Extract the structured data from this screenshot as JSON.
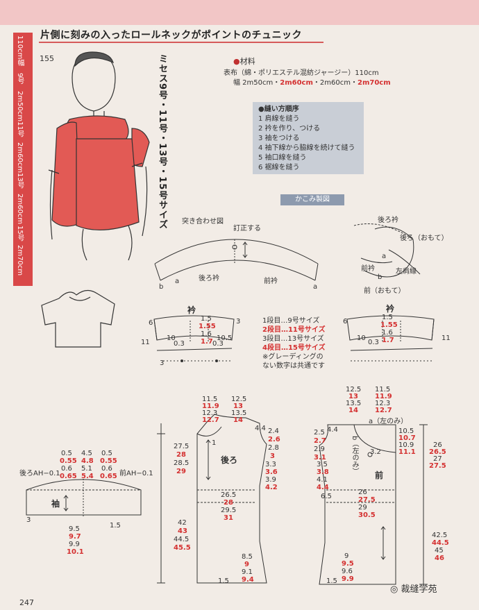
{
  "header": {
    "title": "片側に刻みの入ったロールネックがポイントのチュニック",
    "number": "155",
    "page_number": "247"
  },
  "sidebar": {
    "columns": [
      "110cm幅",
      "9号",
      "2m50cm",
      "11号",
      "2m60cm",
      "13号",
      "2m60cm",
      "15号",
      "2m70cm"
    ]
  },
  "sizes_vertical": "ミセス9号・11号・13号・15号サイズ",
  "materials": {
    "heading": "材料",
    "line1": "表布（綿・ポリエステル混紡ジャージー）110cm",
    "line2_prefix": "幅 2m50cm・",
    "line2_red1": "2m60cm",
    "line2_mid": "・2m60cm・",
    "line2_red2": "2m70cm"
  },
  "sewing_order": {
    "heading": "縫い方順序",
    "steps": [
      "1 肩線を縫う",
      "2 衿を作り、つける",
      "3 袖をつける",
      "4 袖下線から脇線を続けて縫う",
      "5 袖口線を縫う",
      "6 裾線を縫う"
    ]
  },
  "cutting_label": "かこみ製図",
  "collar_diagram": {
    "title": "突き合わせ図",
    "stitch": "訂正する",
    "back_collar": "後ろ衿",
    "front_collar": "前衿",
    "a": "a",
    "b": "b"
  },
  "neck_diagram": {
    "back_collar": "後ろ衿",
    "back_right": "後ろ（おもて）",
    "front_collar": "前衿",
    "left_shoulder": "左肩線",
    "front_right": "前（おもて）",
    "a": "a",
    "b": "b"
  },
  "grading": {
    "l1": "1段目…9号サイズ",
    "l2": "2段目…11号サイズ",
    "l3": "3段目…13号サイズ",
    "l4": "4段目…15号サイズ",
    "l5": "※グレーディングの",
    "l6": "ない数字は共通です"
  },
  "collar_left": {
    "title": "衿",
    "v1": "1.5",
    "v2": "1.55",
    "v3": "1.6",
    "v4": "1.7",
    "v5": "10",
    "v6": "0.3",
    "v7": "10.5",
    "v8": "0.3",
    "v9": "3",
    "v10": "6",
    "v11": "11",
    "v12": "3"
  },
  "collar_right": {
    "title": "衿",
    "v1": "1.5",
    "v2": "1.55",
    "v3": "1.6",
    "v4": "1.7",
    "v5": "10",
    "v6": "0.3",
    "v7": "11",
    "v8": "6"
  },
  "sleeve": {
    "label": "袖",
    "back_ah": "後ろAH−0.1",
    "front_ah": "前AH−0.1",
    "t1": [
      "0.5",
      "0.55",
      "0.6",
      "0.65"
    ],
    "t2": [
      "4.5",
      "4.8",
      "5.1",
      "5.4"
    ],
    "t3": [
      "0.5",
      "0.55",
      "0.6",
      "0.65"
    ],
    "b1": [
      "9.5",
      "9.7",
      "9.9",
      "10.1"
    ],
    "side": "3",
    "mid": "1.5"
  },
  "back": {
    "label": "後ろ",
    "top1": [
      "11.5",
      "11.9",
      "12.3",
      "12.7"
    ],
    "top2": [
      "12.5",
      "13",
      "13.5",
      "14"
    ],
    "left1": [
      "27.5",
      "28",
      "28.5",
      "29"
    ],
    "sh": [
      "2.4",
      "2.6",
      "2.8",
      "3"
    ],
    "arm": [
      "3.3",
      "3.6",
      "3.9",
      "4.2"
    ],
    "waist": [
      "26.5",
      "28",
      "29.5",
      "31"
    ],
    "left2": [
      "42",
      "43",
      "44.5",
      "45.5"
    ],
    "hem": [
      "8.5",
      "9",
      "9.1",
      "9.4"
    ],
    "misc1": "1",
    "misc2": "4.4",
    "misc3": "1.5"
  },
  "front": {
    "label": "前",
    "a_label": "a（左のみ）",
    "b_label": "b（左のみ）",
    "top1": [
      "12.5",
      "13",
      "13.5",
      "14"
    ],
    "top2": [
      "11.5",
      "11.9",
      "12.3",
      "12.7"
    ],
    "sh": [
      "2.5",
      "2.7",
      "2.9",
      "3.1"
    ],
    "arm": [
      "3.5",
      "3.8",
      "4.1",
      "4.4"
    ],
    "right1": [
      "10.5",
      "10.7",
      "10.9",
      "11.1"
    ],
    "right2": [
      "26",
      "26.5",
      "27",
      "27.5"
    ],
    "waist": [
      "26",
      "27.5",
      "29",
      "30.5"
    ],
    "right3": [
      "42.5",
      "44.5",
      "45",
      "46"
    ],
    "hem": [
      "9",
      "9.5",
      "9.6",
      "9.9"
    ],
    "misc1": "4.4",
    "misc2": "6.5",
    "misc3": "3.2",
    "misc4": "1.5"
  },
  "watermark": "裁缝学苑"
}
